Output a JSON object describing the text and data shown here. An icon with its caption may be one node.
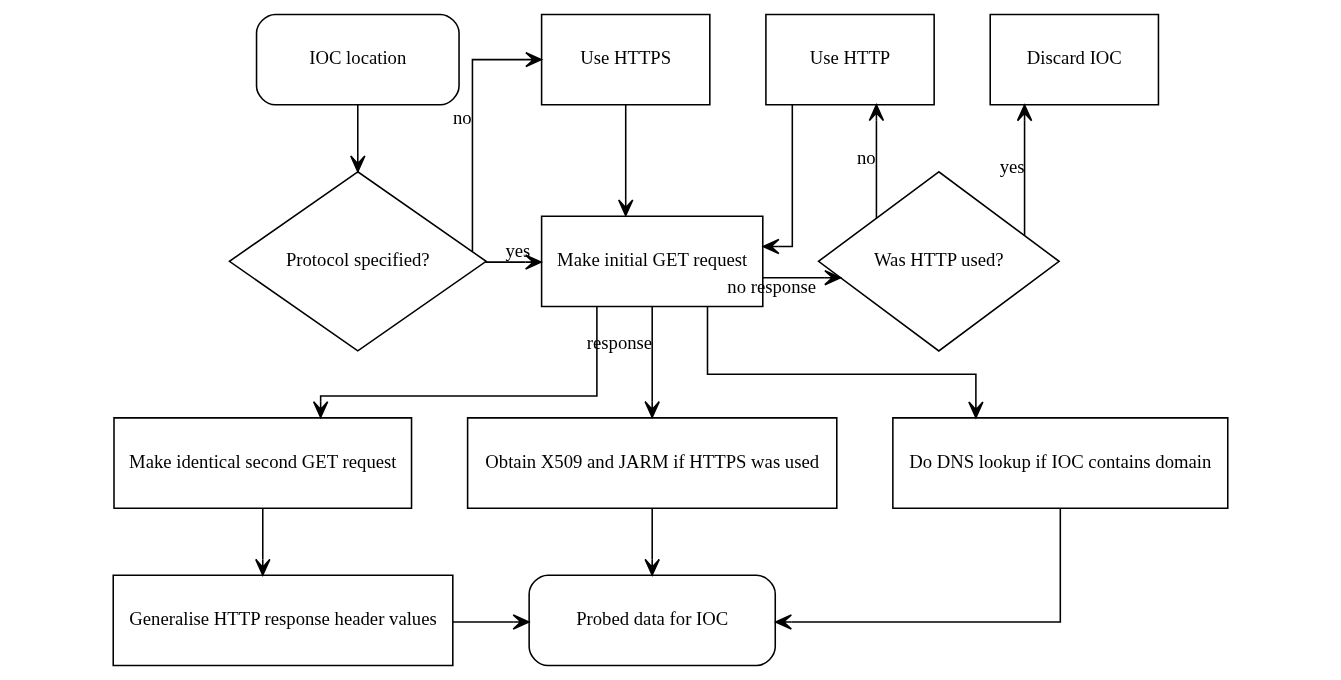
{
  "diagram": {
    "nodes": [
      {
        "text": [
          "IOC location"
        ]
      },
      {
        "text": [
          "Protocol specified?"
        ]
      },
      {
        "text": [
          "Use HTTPS"
        ]
      },
      {
        "text": [
          "Use HTTP"
        ]
      },
      {
        "text": [
          "Discard IOC"
        ]
      },
      {
        "text": [
          "Make initial GET request"
        ]
      },
      {
        "text": [
          "Was HTTP used?"
        ]
      },
      {
        "text": [
          "Make identical second GET request"
        ]
      },
      {
        "text": [
          "Obtain X509 and JARM if HTTPS was used"
        ]
      },
      {
        "text": [
          "Do DNS lookup if IOC contains domain"
        ]
      },
      {
        "text": [
          "Generalise HTTP response header values"
        ]
      },
      {
        "text": [
          "Probed data for IOC"
        ]
      }
    ],
    "edges": [
      {
        "from": 0,
        "to": 1,
        "arrow": "to"
      },
      {
        "from": 1,
        "to": 2,
        "arrow": "to",
        "label": "no"
      },
      {
        "from": 1,
        "to": 5,
        "arrow": "to",
        "label": "yes"
      },
      {
        "from": 2,
        "to": 5,
        "arrow": "to"
      },
      {
        "from": 3,
        "to": 5,
        "arrow": "to"
      },
      {
        "from": 5,
        "to": 6,
        "arrow": "to",
        "label": "no response"
      },
      {
        "from": 6,
        "to": 3,
        "arrow": "to",
        "label": "no"
      },
      {
        "from": 6,
        "to": 4,
        "arrow": "to",
        "label": "yes"
      },
      {
        "from": 5,
        "to": 7,
        "arrow": "to"
      },
      {
        "from": 5,
        "to": 8,
        "arrow": "to",
        "label": "response"
      },
      {
        "from": 5,
        "to": 9,
        "arrow": "to"
      },
      {
        "from": 7,
        "to": 10,
        "arrow": "to"
      },
      {
        "from": 10,
        "to": 11,
        "arrow": "to"
      },
      {
        "from": 8,
        "to": 11,
        "arrow": "to"
      },
      {
        "from": 9,
        "to": 11,
        "arrow": "to"
      }
    ]
  }
}
